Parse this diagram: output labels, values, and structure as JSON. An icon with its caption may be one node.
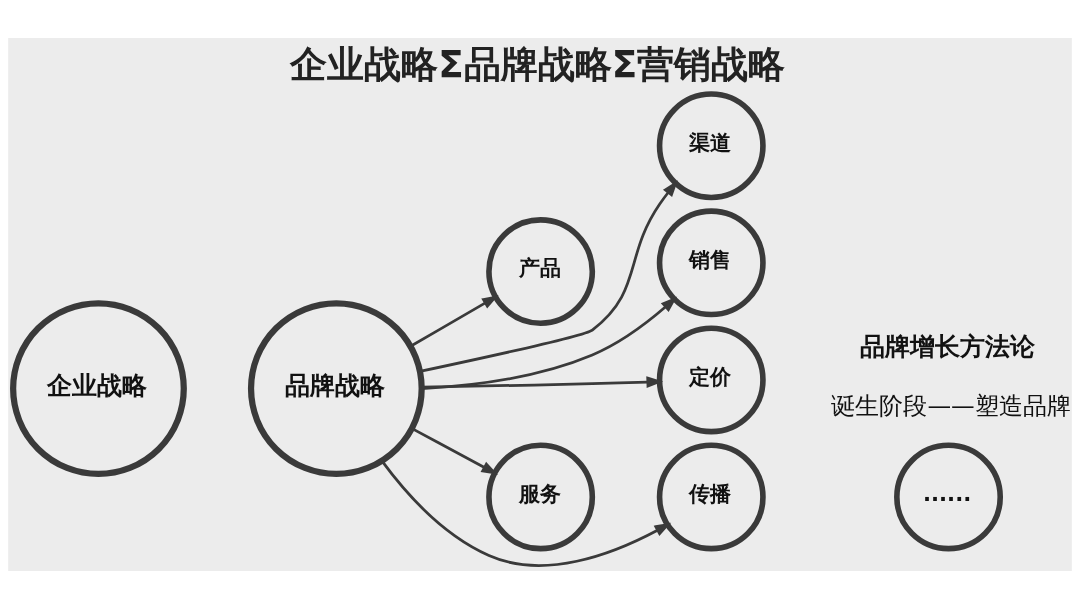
{
  "diagram": {
    "title": "企业战略Σ品牌战略Σ营销战略",
    "nodes": [
      {
        "text": [
          "企业战略"
        ]
      },
      {
        "text": [
          "品牌战略"
        ]
      },
      {
        "text": [
          "产品"
        ]
      },
      {
        "text": [
          "渠道"
        ]
      },
      {
        "text": [
          "销售"
        ]
      },
      {
        "text": [
          "定价"
        ]
      },
      {
        "text": [
          "传播"
        ]
      },
      {
        "text": [
          "服务"
        ]
      },
      {
        "text": [
          "......"
        ]
      }
    ],
    "edges": [
      {
        "from": 1,
        "to": 2,
        "arrow": "to"
      },
      {
        "from": 1,
        "to": 3,
        "arrow": "to"
      },
      {
        "from": 1,
        "to": 4,
        "arrow": "to"
      },
      {
        "from": 1,
        "to": 5,
        "arrow": "to"
      },
      {
        "from": 1,
        "to": 6,
        "arrow": "to"
      },
      {
        "from": 1,
        "to": 7,
        "arrow": "to"
      }
    ],
    "labels": [
      "品牌增长方法论",
      "诞生阶段——塑造品牌"
    ]
  }
}
